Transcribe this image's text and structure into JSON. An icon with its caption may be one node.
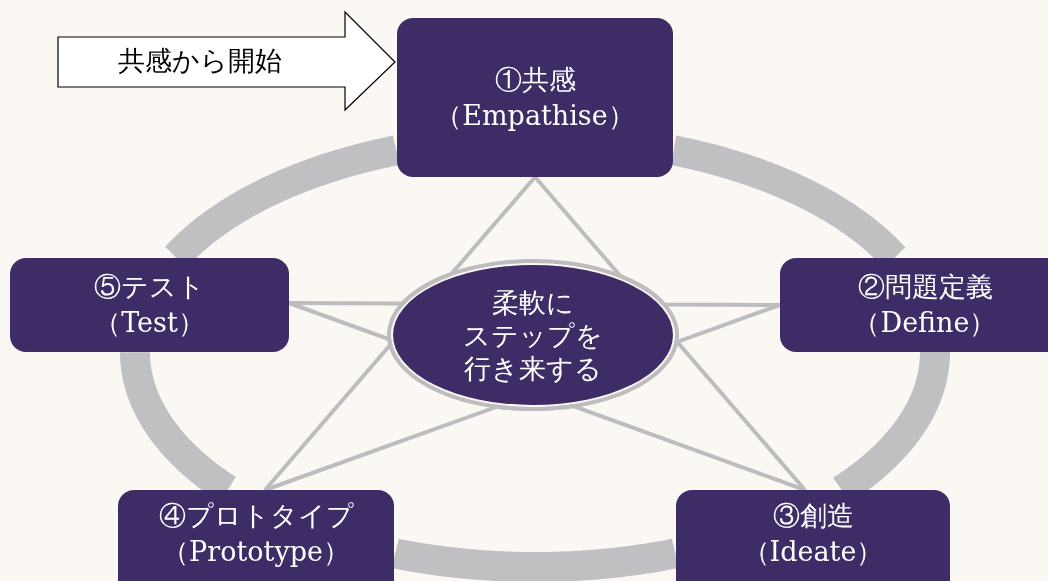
{
  "diagram": {
    "nodes": [
      {
        "text": [
          "①共感",
          "（Empathise）"
        ]
      },
      {
        "text": [
          "②問題定義",
          "（Define）"
        ]
      },
      {
        "text": [
          "③創造",
          "（Ideate）"
        ]
      },
      {
        "text": [
          "④プロトタイプ",
          "（Prototype）"
        ]
      },
      {
        "text": [
          "⑤テスト",
          "（Test）"
        ]
      },
      {
        "text": [
          "柔軟にステップを行き来する"
        ]
      }
    ],
    "edges": [
      {
        "from": null,
        "to": 0,
        "arrow": "to",
        "label": "共感から開始"
      },
      {
        "from": 0,
        "to": 1,
        "arrow": "none",
        "style": "thick"
      },
      {
        "from": 1,
        "to": 2,
        "arrow": "none",
        "style": "thick"
      },
      {
        "from": 2,
        "to": 3,
        "arrow": "none",
        "style": "thick"
      },
      {
        "from": 3,
        "to": 4,
        "arrow": "none",
        "style": "thick"
      },
      {
        "from": 4,
        "to": 0,
        "arrow": "none",
        "style": "thick"
      },
      {
        "from": 0,
        "to": 2,
        "arrow": "none"
      },
      {
        "from": 0,
        "to": 3,
        "arrow": "none"
      },
      {
        "from": 1,
        "to": 3,
        "arrow": "none"
      },
      {
        "from": 1,
        "to": 4,
        "arrow": "none"
      },
      {
        "from": 2,
        "to": 4,
        "arrow": "none"
      }
    ]
  }
}
